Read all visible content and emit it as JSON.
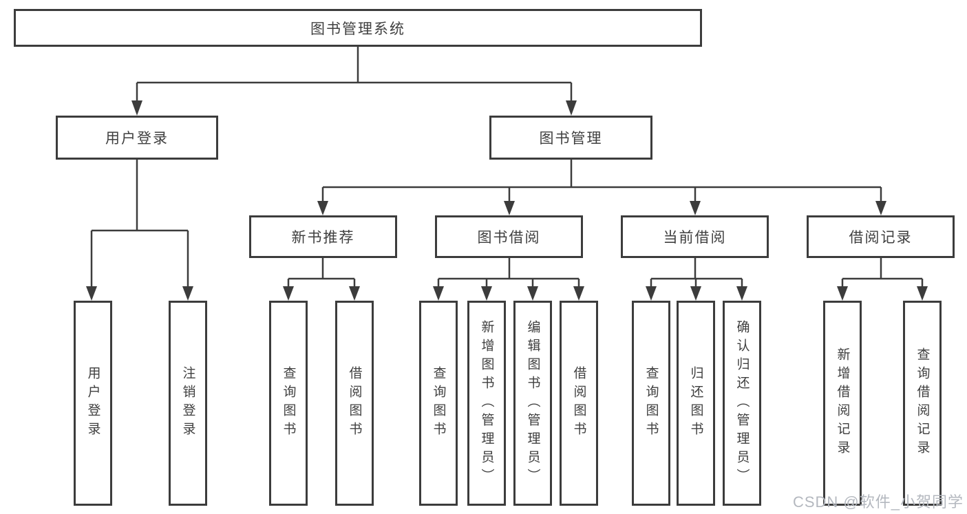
{
  "tree": {
    "root": {
      "label": "图书管理系统",
      "children": [
        {
          "label": "用户登录",
          "children": [
            {
              "label": "用户登录"
            },
            {
              "label": "注销登录"
            }
          ]
        },
        {
          "label": "图书管理",
          "children": [
            {
              "label": "新书推荐",
              "children": [
                {
                  "label": "查询图书"
                },
                {
                  "label": "借阅图书"
                }
              ]
            },
            {
              "label": "图书借阅",
              "children": [
                {
                  "label": "查询图书"
                },
                {
                  "label": "新增图书（管理员）"
                },
                {
                  "label": "编辑图书（管理员）"
                },
                {
                  "label": "借阅图书"
                }
              ]
            },
            {
              "label": "当前借阅",
              "children": [
                {
                  "label": "查询图书"
                },
                {
                  "label": "归还图书"
                },
                {
                  "label": "确认归还（管理员）"
                }
              ]
            },
            {
              "label": "借阅记录",
              "children": [
                {
                  "label": "新增借阅记录"
                },
                {
                  "label": "查询借阅记录"
                }
              ]
            }
          ]
        }
      ]
    }
  },
  "watermark": {
    "text": "CSDN @软件_小贺同学"
  },
  "colors": {
    "line": "#3c3c3c",
    "text": "#3f3f3f",
    "background": "#ffffff",
    "watermark": "#b4b8bf"
  }
}
